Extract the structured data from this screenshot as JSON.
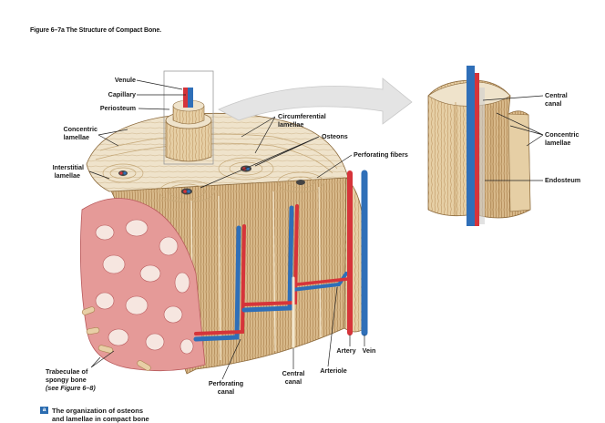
{
  "figure_title": "Figure 6–7a The Structure of Compact Bone.",
  "labels": {
    "venule": "Venule",
    "capillary": "Capillary",
    "periosteum": "Periosteum",
    "concentric_lamellae_1": "Concentric",
    "concentric_lamellae_2": "lamellae",
    "interstitial_lamellae_1": "Interstitial",
    "interstitial_lamellae_2": "lamellae",
    "circumferential_lamellae_1": "Circumferential",
    "circumferential_lamellae_2": "lamellae",
    "osteons": "Osteons",
    "perforating_fibers": "Perforating fibers",
    "trabeculae_1": "Trabeculae of",
    "trabeculae_2": "spongy bone",
    "trabeculae_3": "(see Figure 6–8)",
    "perforating_canal_1": "Perforating",
    "perforating_canal_2": "canal",
    "central_canal_1": "Central",
    "central_canal_2": "canal",
    "arteriole": "Arteriole",
    "artery": "Artery",
    "vein": "Vein",
    "inset_central_canal_1": "Central",
    "inset_central_canal_2": "canal",
    "inset_concentric_1": "Concentric",
    "inset_concentric_2": "lamellae",
    "inset_endosteum": "Endosteum"
  },
  "caption": {
    "tag": "a",
    "line1": "The organization of osteons",
    "line2": "and lamellae in compact bone"
  },
  "colors": {
    "bone_light": "#f1e7d3",
    "bone_mid": "#d9bf93",
    "bone_dark": "#a9814f",
    "spongy_bone": "#e59a98",
    "spongy_dark": "#b85a5c",
    "artery_red": "#d6343a",
    "vein_blue": "#2f6fb8"
  }
}
